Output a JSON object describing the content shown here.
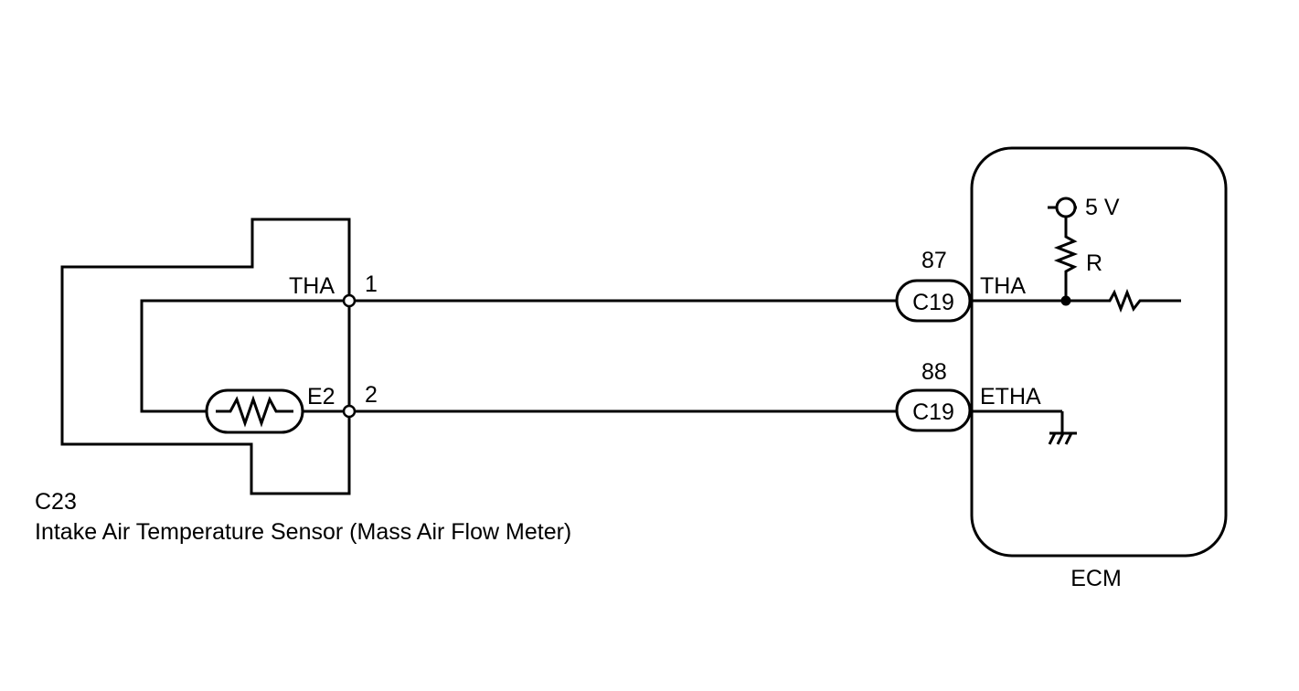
{
  "sensor": {
    "connector_id": "C23",
    "name": "Intake Air Temperature Sensor (Mass Air Flow Meter)",
    "pins": [
      {
        "terminal": "THA",
        "pin": "1"
      },
      {
        "terminal": "E2",
        "pin": "2"
      }
    ]
  },
  "harness": {
    "connectors": [
      {
        "id": "C19",
        "pin": "87"
      },
      {
        "id": "C19",
        "pin": "88"
      }
    ]
  },
  "ecm": {
    "name": "ECM",
    "supply_voltage": "5 V",
    "resistor_label": "R",
    "terminals": [
      "THA",
      "ETHA"
    ]
  },
  "colors": {
    "line": "#000000",
    "background": "#ffffff"
  }
}
